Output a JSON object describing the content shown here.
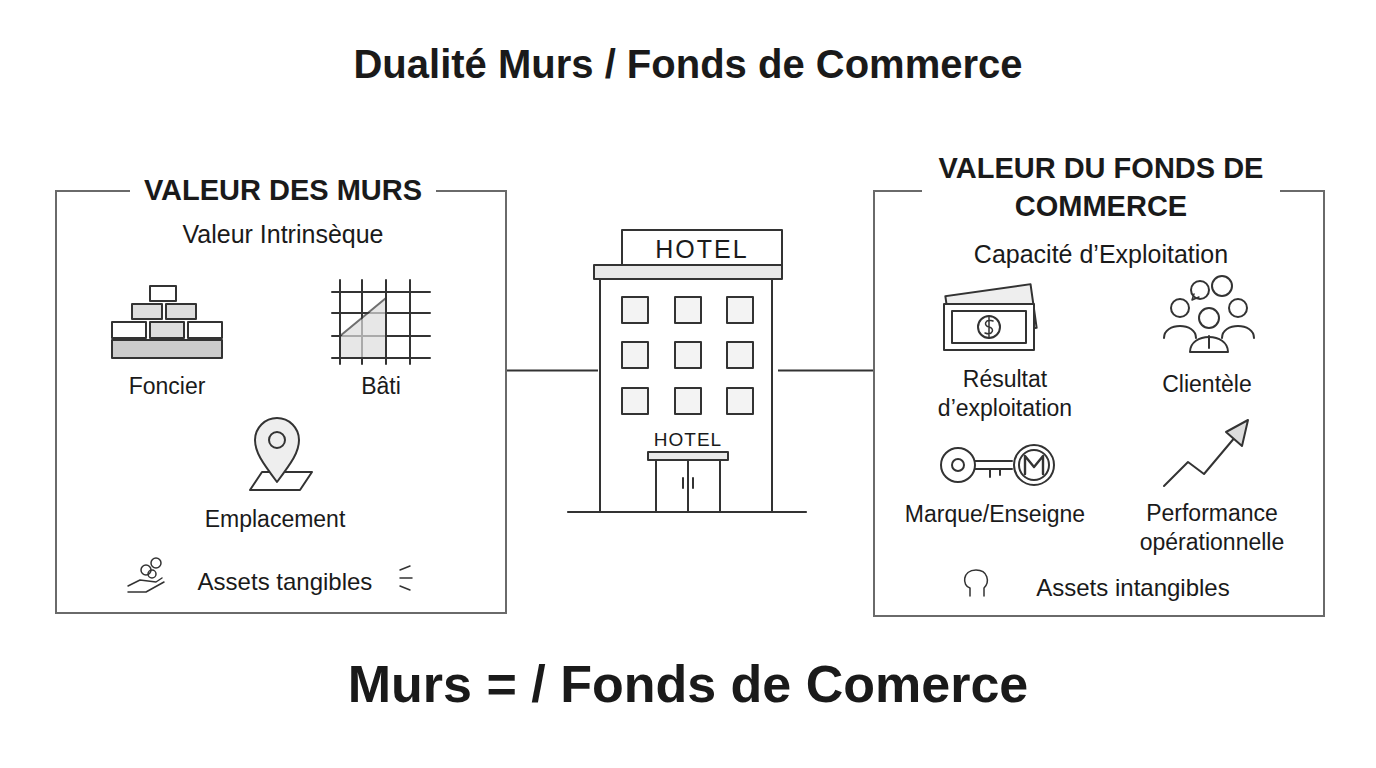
{
  "diagram": {
    "title": "Dualité Murs / Fonds de Commerce",
    "caption": "Murs = / Fonds de Comerce",
    "nodes": [
      {
        "text": [
          "VALEUR DES MURS",
          "Valeur Intrinsèque",
          "Assets tangibles"
        ]
      },
      {
        "text": [
          "HOTEL",
          "HOTEL"
        ]
      },
      {
        "text": [
          "VALEUR DU FONDS DE COMMERCE",
          "Capacité d’Exploitation",
          "Assets intangibles"
        ]
      }
    ],
    "edges": [
      {
        "from": 0,
        "to": 1,
        "arrow": "none"
      },
      {
        "from": 1,
        "to": 2,
        "arrow": "none"
      }
    ],
    "labels": [
      "Foncier",
      "Bâti",
      "Emplacement",
      "Résultat d’exploitation",
      "Clientèle",
      "Marque/Enseigne",
      "Performance opérationnelle"
    ]
  }
}
